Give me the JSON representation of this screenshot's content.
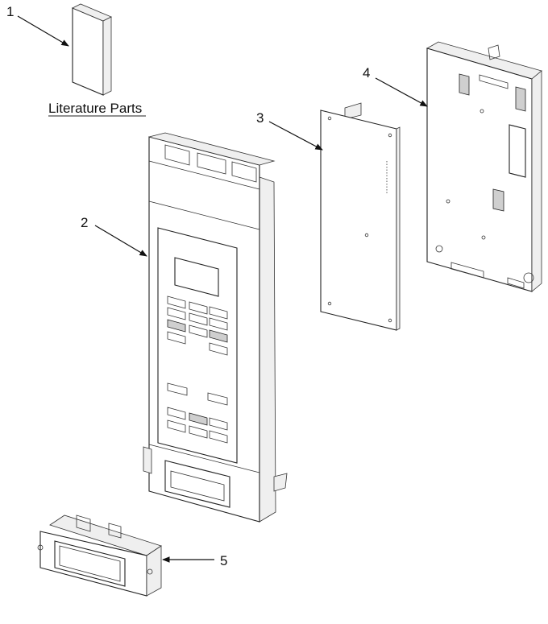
{
  "literature_label": "Literature Parts",
  "callouts": [
    {
      "id": "1",
      "label": "1"
    },
    {
      "id": "2",
      "label": "2"
    },
    {
      "id": "3",
      "label": "3"
    },
    {
      "id": "4",
      "label": "4"
    },
    {
      "id": "5",
      "label": "5"
    }
  ]
}
